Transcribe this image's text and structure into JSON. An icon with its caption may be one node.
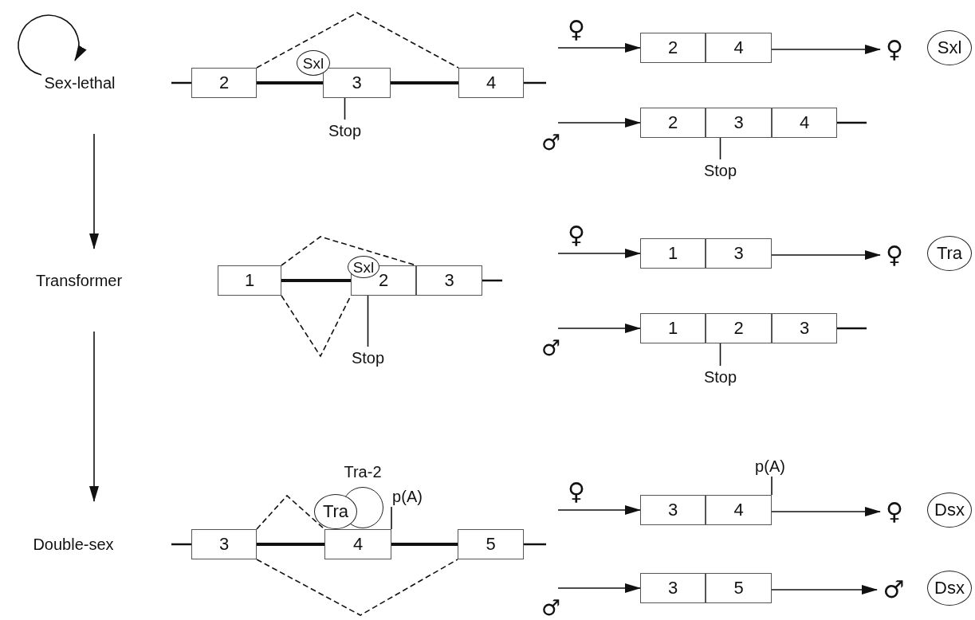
{
  "diagram": {
    "nodes": [
      {
        "text": [
          "Sex-lethal"
        ]
      },
      {
        "text": [
          "2"
        ]
      },
      {
        "text": [
          "Sxl"
        ]
      },
      {
        "text": [
          "3"
        ]
      },
      {
        "text": [
          "4"
        ]
      },
      {
        "text": [
          "Stop"
        ]
      },
      {
        "text": [
          "2"
        ]
      },
      {
        "text": [
          "4"
        ]
      },
      {
        "text": [
          "♀"
        ]
      },
      {
        "text": [
          "Sxl"
        ]
      },
      {
        "text": [
          "2"
        ]
      },
      {
        "text": [
          "3"
        ]
      },
      {
        "text": [
          "4"
        ]
      },
      {
        "text": [
          "Stop"
        ]
      },
      {
        "text": [
          "Transformer"
        ]
      },
      {
        "text": [
          "Sxl"
        ]
      },
      {
        "text": [
          "1"
        ]
      },
      {
        "text": [
          "2"
        ]
      },
      {
        "text": [
          "3"
        ]
      },
      {
        "text": [
          "Stop"
        ]
      },
      {
        "text": [
          "1"
        ]
      },
      {
        "text": [
          "3"
        ]
      },
      {
        "text": [
          "♀"
        ]
      },
      {
        "text": [
          "Tra"
        ]
      },
      {
        "text": [
          "1"
        ]
      },
      {
        "text": [
          "2"
        ]
      },
      {
        "text": [
          "3"
        ]
      },
      {
        "text": [
          "Stop"
        ]
      },
      {
        "text": [
          "Tra-2"
        ]
      },
      {
        "text": [
          "Tra"
        ]
      },
      {
        "text": [
          "p(A)"
        ]
      },
      {
        "text": [
          "Double-sex"
        ]
      },
      {
        "text": [
          "3"
        ]
      },
      {
        "text": [
          "4"
        ]
      },
      {
        "text": [
          "5"
        ]
      },
      {
        "text": [
          "p(A)"
        ]
      },
      {
        "text": [
          "3"
        ]
      },
      {
        "text": [
          "4"
        ]
      },
      {
        "text": [
          "♀"
        ]
      },
      {
        "text": [
          "Dsx"
        ]
      },
      {
        "text": [
          "3"
        ]
      },
      {
        "text": [
          "5"
        ]
      },
      {
        "text": [
          "♂"
        ]
      },
      {
        "text": [
          "Dsx"
        ]
      }
    ],
    "edges": [
      {
        "from": 0,
        "to": 0,
        "arrow": "to"
      },
      {
        "from": 0,
        "to": 14,
        "arrow": "to"
      },
      {
        "from": 14,
        "to": 31,
        "arrow": "to"
      },
      {
        "from": 1,
        "to": 3,
        "arrow": "none",
        "style": "thick"
      },
      {
        "from": 3,
        "to": 4,
        "arrow": "none",
        "style": "thick"
      },
      {
        "from": 1,
        "to": 4,
        "arrow": "none",
        "style": "dashed"
      },
      {
        "from": 5,
        "to": 3,
        "arrow": "none"
      },
      {
        "from": null,
        "to": 6,
        "arrow": "to"
      },
      {
        "from": 7,
        "to": 8,
        "arrow": "to"
      },
      {
        "from": null,
        "to": 10,
        "arrow": "to"
      },
      {
        "from": 13,
        "to": 11,
        "arrow": "none"
      },
      {
        "from": 16,
        "to": 17,
        "arrow": "none",
        "style": "thick"
      },
      {
        "from": 16,
        "to": 18,
        "arrow": "none",
        "style": "dashed"
      },
      {
        "from": 16,
        "to": 17,
        "arrow": "none",
        "style": "dashed"
      },
      {
        "from": 19,
        "to": 17,
        "arrow": "none"
      },
      {
        "from": null,
        "to": 20,
        "arrow": "to"
      },
      {
        "from": 21,
        "to": 22,
        "arrow": "to"
      },
      {
        "from": null,
        "to": 24,
        "arrow": "to"
      },
      {
        "from": 27,
        "to": 25,
        "arrow": "none"
      },
      {
        "from": 32,
        "to": 33,
        "arrow": "none",
        "style": "thick"
      },
      {
        "from": 33,
        "to": 34,
        "arrow": "none",
        "style": "thick"
      },
      {
        "from": 32,
        "to": 33,
        "arrow": "none",
        "style": "dashed"
      },
      {
        "from": 32,
        "to": 34,
        "arrow": "none",
        "style": "dashed"
      },
      {
        "from": 30,
        "to": 33,
        "arrow": "none"
      },
      {
        "from": null,
        "to": 36,
        "arrow": "to"
      },
      {
        "from": 37,
        "to": 38,
        "arrow": "to"
      },
      {
        "from": 35,
        "to": 37,
        "arrow": "none"
      },
      {
        "from": null,
        "to": 40,
        "arrow": "to"
      },
      {
        "from": 41,
        "to": 42,
        "arrow": "to"
      }
    ],
    "labels": [
      "♀",
      "♂",
      "♀",
      "♂",
      "♀",
      "♂"
    ]
  }
}
